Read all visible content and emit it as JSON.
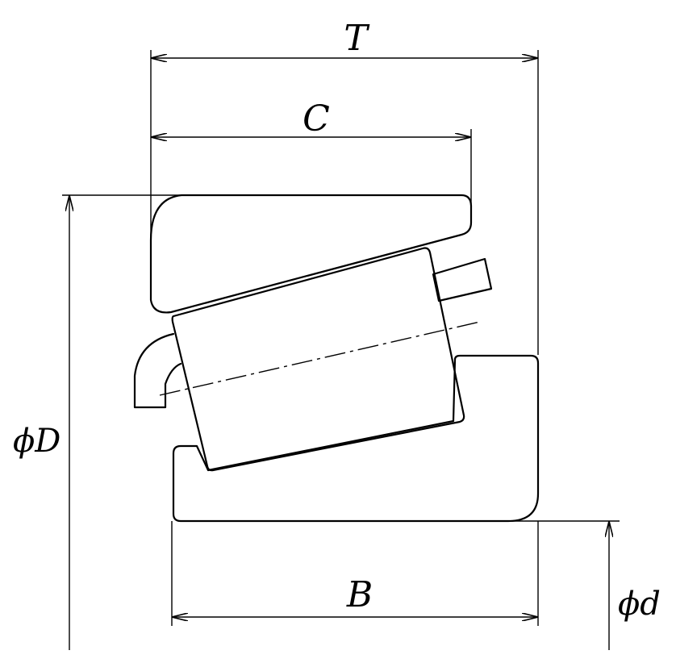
{
  "labels": {
    "T": "T",
    "C": "C",
    "B": "B",
    "outer_diameter": "ϕD",
    "inner_diameter": "ϕd"
  },
  "colors": {
    "stroke": "#000000",
    "background": "#ffffff"
  }
}
